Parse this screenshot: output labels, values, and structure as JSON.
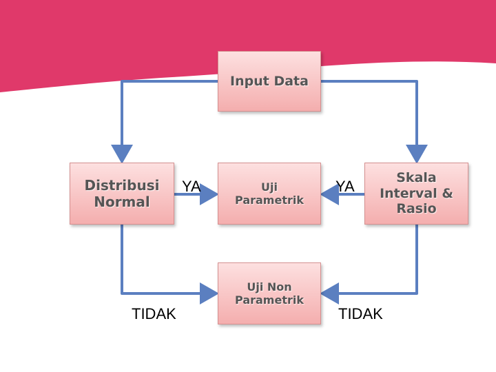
{
  "colors": {
    "banner": "#e0396a",
    "arrow": "#5b7fc0",
    "box_top": "#fde0e0",
    "box_bottom": "#f4aeae"
  },
  "nodes": {
    "input_data": "Input Data",
    "distribusi_normal": "Distribusi\nNormal",
    "uji_parametrik": "Uji\nParametrik",
    "skala_interval_rasio": "Skala\nInterval &\nRasio",
    "uji_non_parametrik": "Uji Non\nParametrik"
  },
  "labels": {
    "ya_left": "YA",
    "ya_right": "YA",
    "tidak_left": "TIDAK",
    "tidak_right": "TIDAK"
  }
}
